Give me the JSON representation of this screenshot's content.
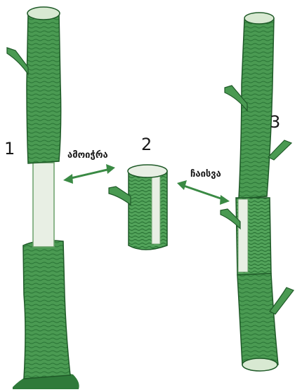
{
  "labels": {
    "step1": "1",
    "step2": "2",
    "step3": "3",
    "remove": "ამოიჭრა",
    "insert": "ჩაისვა"
  },
  "colors": {
    "bark": "#4a9a52",
    "bark_dark": "#2f7a3a",
    "bark_light": "#8fcf8f",
    "wood": "#e8efe4",
    "arrow": "#3a8a44"
  }
}
